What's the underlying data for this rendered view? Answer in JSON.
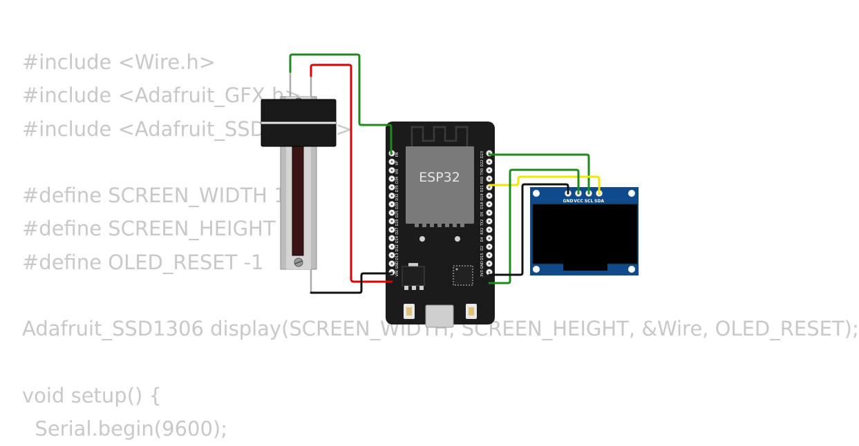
{
  "code_lines": [
    "#include <Wire.h>",
    "#include <Adafruit_GFX.h>",
    "#include <Adafruit_SSD1306.h>",
    "",
    "#define SCREEN_WIDTH 128",
    "#define SCREEN_HEIGHT 64",
    "#define OLED_RESET -1",
    "",
    "Adafruit_SSD1306 display(SCREEN_WIDTH, SCREEN_HEIGHT, &Wire, OLED_RESET);",
    "",
    "void setup() {",
    "  Serial.begin(9600);"
  ],
  "esp32": {
    "chip_label": "ESP32",
    "left_pins": [
      "EN",
      "VP",
      "VN",
      "D34",
      "D35",
      "D32",
      "D33",
      "D25",
      "D26",
      "D27",
      "D14",
      "D12",
      "D13",
      "GND",
      "VIN"
    ],
    "right_pins": [
      "D23",
      "D22",
      "TX0",
      "RX0",
      "D21",
      "D19",
      "D18",
      "D5",
      "TX2",
      "RX2",
      "D4",
      "D2",
      "D15",
      "GND",
      "3V3"
    ]
  },
  "oled": {
    "pins": [
      "GND",
      "VCC",
      "SCL",
      "SDA"
    ]
  },
  "colors": {
    "wire_green": "#1a8a1a",
    "wire_red": "#dd0000",
    "wire_black": "#111111",
    "wire_yellow": "#f2e600",
    "board": "#1b1b1b",
    "oled_pcb": "#0f4a8a",
    "code_text": "#c8c8c8"
  }
}
